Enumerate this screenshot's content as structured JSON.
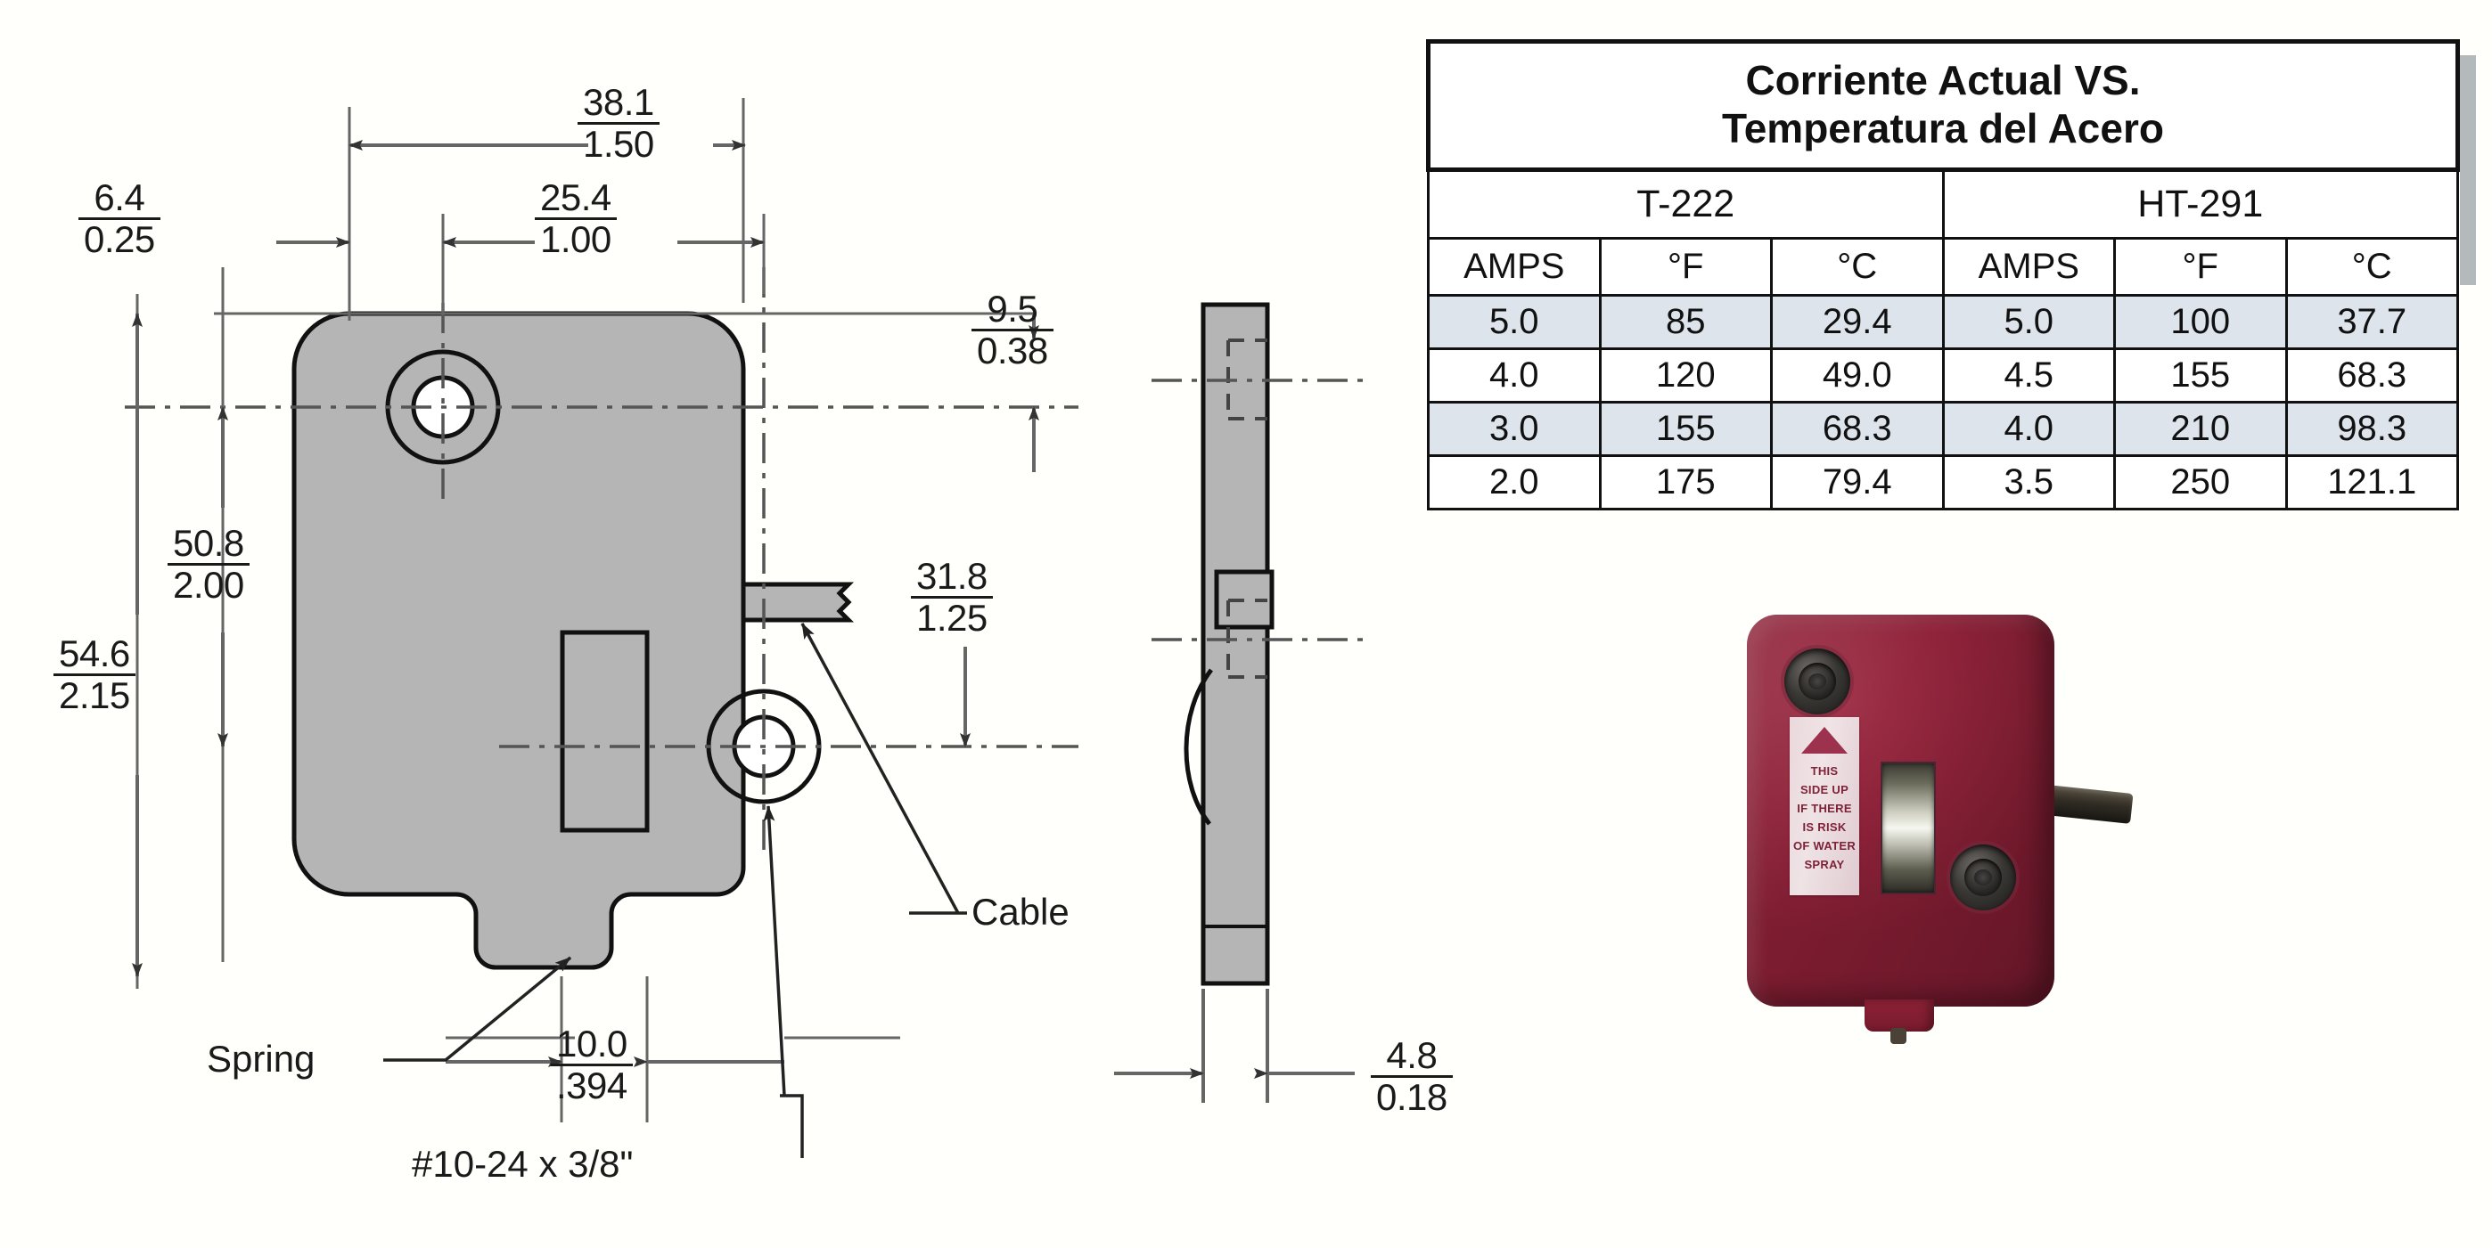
{
  "table": {
    "title_line1": "Corriente Actual VS.",
    "title_line2": "Temperatura del Acero",
    "groups": [
      "T-222",
      "HT-291"
    ],
    "columns": [
      "AMPS",
      "°F",
      "°C",
      "AMPS",
      "°F",
      "°C"
    ],
    "rows": [
      [
        "5.0",
        "85",
        "29.4",
        "5.0",
        "100",
        "37.7"
      ],
      [
        "4.0",
        "120",
        "49.0",
        "4.5",
        "155",
        "68.3"
      ],
      [
        "3.0",
        "155",
        "68.3",
        "4.0",
        "210",
        "98.3"
      ],
      [
        "2.0",
        "175",
        "79.4",
        "3.5",
        "250",
        "121.1"
      ]
    ],
    "alt_row_color": "#dde4ec",
    "border_color": "#111111",
    "shadow_color": "#b4b9bc"
  },
  "front_view": {
    "dim_width_overall": {
      "mm": "38.1",
      "in": "1.50"
    },
    "dim_edge_to_hole": {
      "mm": "6.4",
      "in": "0.25"
    },
    "dim_hole_spacing_x": {
      "mm": "25.4",
      "in": "1.00"
    },
    "dim_top_to_hole": {
      "mm": "9.5",
      "in": "0.38"
    },
    "dim_hole_spacing_y": {
      "mm": "50.8",
      "in": "2.00"
    },
    "dim_height_overall": {
      "mm": "54.6",
      "in": "2.15"
    },
    "dim_cable_height": {
      "mm": "31.8",
      "in": "1.25"
    },
    "dim_tab_width": {
      "mm": "10.0",
      "in": ".394"
    },
    "label_cable": "Cable",
    "label_spring": "Spring",
    "label_screw": "#10-24 x 3/8\"",
    "body_fill": "#b5b5b5"
  },
  "side_view": {
    "dim_thickness": {
      "mm": "4.8",
      "in": "0.18"
    }
  },
  "photo": {
    "sticker_lines": [
      "THIS",
      "SIDE UP",
      "IF THERE",
      "IS RISK",
      "OF WATER",
      "SPRAY"
    ],
    "body_color": "#8d2239",
    "sticker_text_color": "#7d2238"
  }
}
